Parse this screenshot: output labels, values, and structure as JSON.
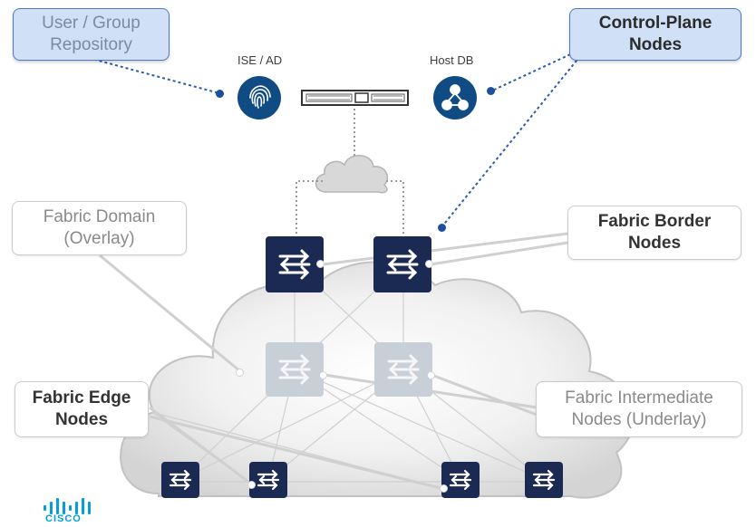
{
  "callouts": {
    "user_group_repository": "User / Group\nRepository",
    "control_plane_nodes": "Control-Plane\nNodes",
    "fabric_domain": "Fabric Domain\n(Overlay)",
    "fabric_border_nodes": "Fabric Border\nNodes",
    "fabric_edge_nodes": "Fabric Edge\nNodes",
    "fabric_intermediate_nodes": "Fabric Intermediate\nNodes (Underlay)"
  },
  "icon_labels": {
    "ise_ad": "ISE / AD",
    "host_db": "Host DB"
  },
  "icons": {
    "ise_ad": "fingerprint-icon",
    "host_db": "hierarchy-icon",
    "server": "server-appliance-icon",
    "wan": "cloud-icon",
    "switch": "switch-arrows-icon"
  },
  "logo": {
    "text": "CISCO"
  },
  "colors": {
    "node_dark": "#1b2a52",
    "icon_circle": "#114b83",
    "callout_highlight": "#cfe0f7",
    "callout_border": "#4f78c4",
    "connector": "#1b4fa0",
    "cisco_blue": "#049fd9"
  }
}
